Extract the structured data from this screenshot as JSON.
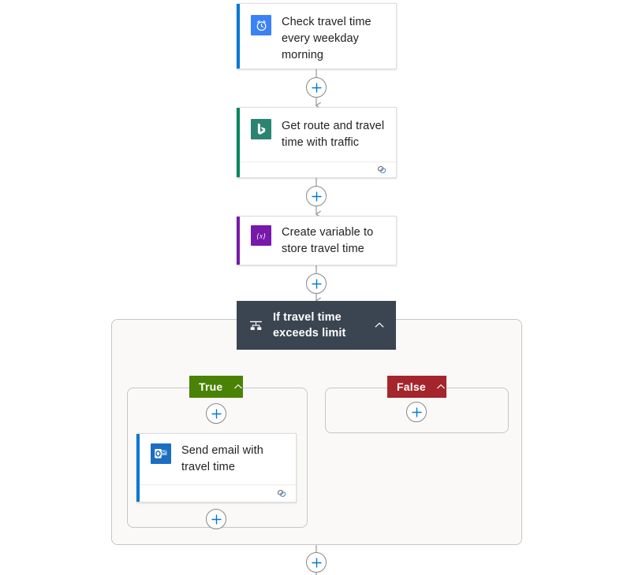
{
  "flow": {
    "nodes": [
      {
        "id": "trigger-recurrence",
        "name": "trigger-card-recurrence",
        "title": "Check travel time every weekday morning",
        "icon": "clock-icon",
        "accent_color": "#0078d4",
        "icon_bg": "#3b82f6",
        "has_footer": false
      },
      {
        "id": "action-bing-maps",
        "name": "action-card-bing-maps",
        "title": "Get route and travel time with traffic",
        "icon": "bing-icon",
        "accent_color": "#00875a",
        "icon_bg": "#2a8471",
        "has_footer": true,
        "footer_icon": "link-icon"
      },
      {
        "id": "action-init-variable",
        "name": "action-card-initialize-variable",
        "title": "Create variable to store travel time",
        "icon": "variable-braces-icon",
        "accent_color": "#7719aa",
        "icon_bg": "#7719aa",
        "has_footer": false
      }
    ],
    "condition": {
      "id": "condition-if-travel-time",
      "name": "condition-card-if",
      "title": "If travel time exceeds limit",
      "icon": "condition-branch-icon",
      "collapse_icon": "chevron-up-icon",
      "header_bg": "#3b4552",
      "branches": [
        {
          "id": "branch-true",
          "label": "True",
          "color": "#498205",
          "collapse_icon": "chevron-up-icon",
          "actions": [
            {
              "id": "action-send-email",
              "name": "action-card-send-email",
              "title": "Send email with travel time",
              "icon": "outlook-icon",
              "accent_color": "#0078d4",
              "icon_bg": "#1b6ec2",
              "has_footer": true,
              "footer_icon": "link-icon"
            }
          ]
        },
        {
          "id": "branch-false",
          "label": "False",
          "color": "#a4262c",
          "collapse_icon": "chevron-up-icon",
          "actions": []
        }
      ]
    },
    "add_buttons": [
      {
        "id": "add-after-trigger",
        "name": "add-step-button-after-trigger",
        "label": "+"
      },
      {
        "id": "add-after-bing",
        "name": "add-step-button-after-bing-maps",
        "label": "+"
      },
      {
        "id": "add-after-variable",
        "name": "add-step-button-after-variable",
        "label": "+"
      },
      {
        "id": "add-true-top",
        "name": "add-step-button-true-branch-top",
        "label": "+"
      },
      {
        "id": "add-true-bottom",
        "name": "add-step-button-true-branch-bottom",
        "label": "+"
      },
      {
        "id": "add-false",
        "name": "add-step-button-false-branch",
        "label": "+"
      },
      {
        "id": "add-after-condition",
        "name": "add-step-button-after-condition",
        "label": "+"
      }
    ]
  }
}
